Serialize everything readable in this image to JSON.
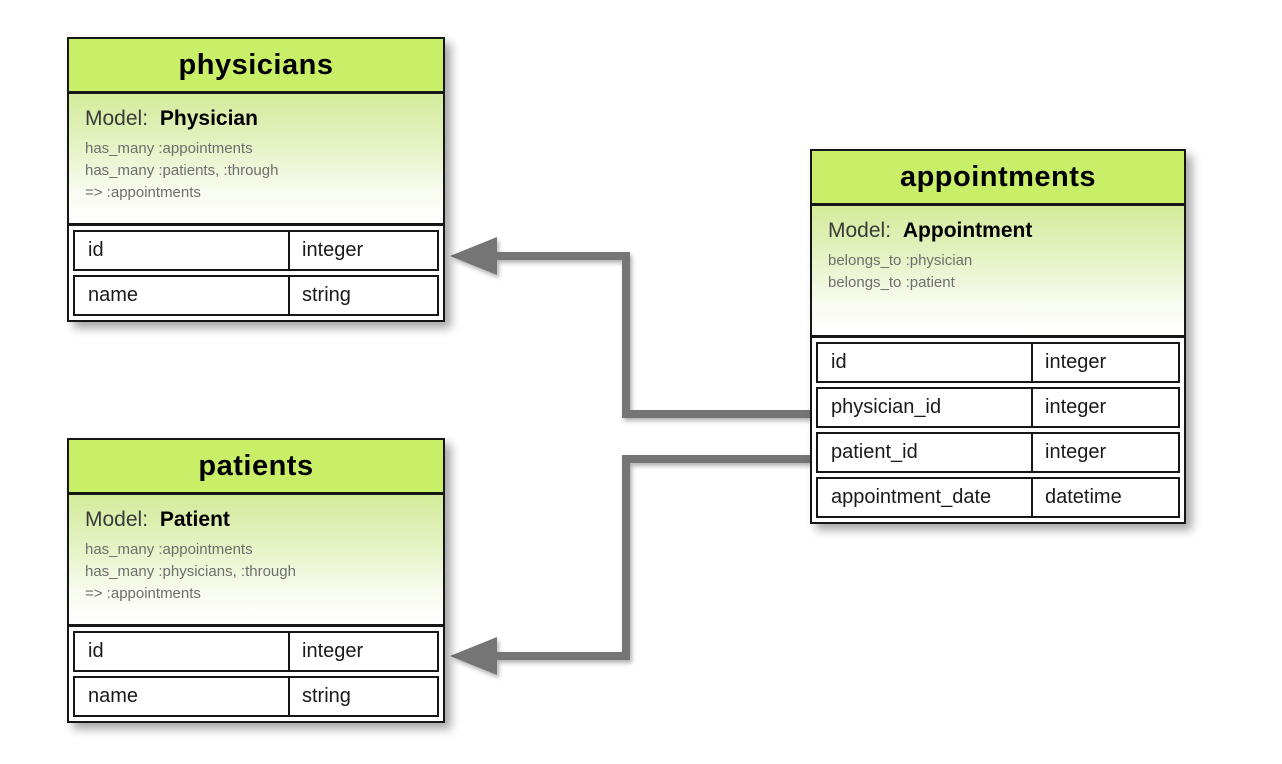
{
  "colors": {
    "header_green": "#c9ee68",
    "model_gradient_top": "#d3eb9a",
    "border_black": "#161616",
    "arrow_gray": "#757575",
    "association_text_gray": "#6e6e6e"
  },
  "tables": {
    "physicians": {
      "title": "physicians",
      "model_label": "Model:",
      "model_name": "Physician",
      "associations": [
        "has_many :appointments",
        "has_many :patients, :through",
        "=> :appointments"
      ],
      "fields": [
        {
          "name": "id",
          "type": "integer"
        },
        {
          "name": "name",
          "type": "string"
        }
      ]
    },
    "patients": {
      "title": "patients",
      "model_label": "Model:",
      "model_name": "Patient",
      "associations": [
        "has_many :appointments",
        "has_many :physicians, :through",
        "=> :appointments"
      ],
      "fields": [
        {
          "name": "id",
          "type": "integer"
        },
        {
          "name": "name",
          "type": "string"
        }
      ]
    },
    "appointments": {
      "title": "appointments",
      "model_label": "Model:",
      "model_name": "Appointment",
      "associations": [
        "belongs_to :physician",
        "belongs_to :patient"
      ],
      "fields": [
        {
          "name": "id",
          "type": "integer"
        },
        {
          "name": "physician_id",
          "type": "integer"
        },
        {
          "name": "patient_id",
          "type": "integer"
        },
        {
          "name": "appointment_date",
          "type": "datetime"
        }
      ]
    }
  },
  "relationships": [
    {
      "from": "appointments.physician_id",
      "to": "physicians.id"
    },
    {
      "from": "appointments.patient_id",
      "to": "patients.id"
    }
  ]
}
